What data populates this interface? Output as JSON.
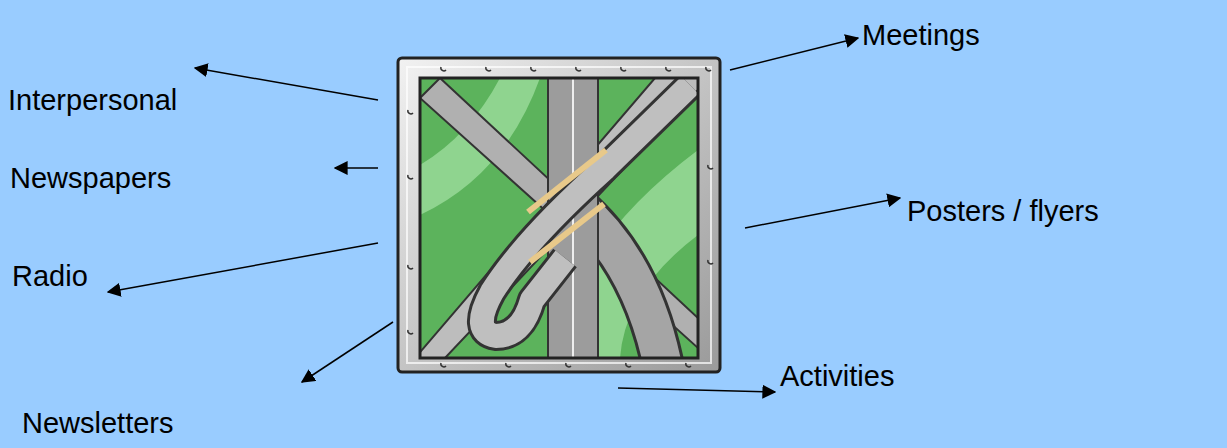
{
  "diagram": {
    "labels": [
      "Meetings",
      "Interpersonal",
      "Newspapers",
      "Posters / flyers",
      "Radio",
      "Activities",
      "Newsletters"
    ]
  }
}
